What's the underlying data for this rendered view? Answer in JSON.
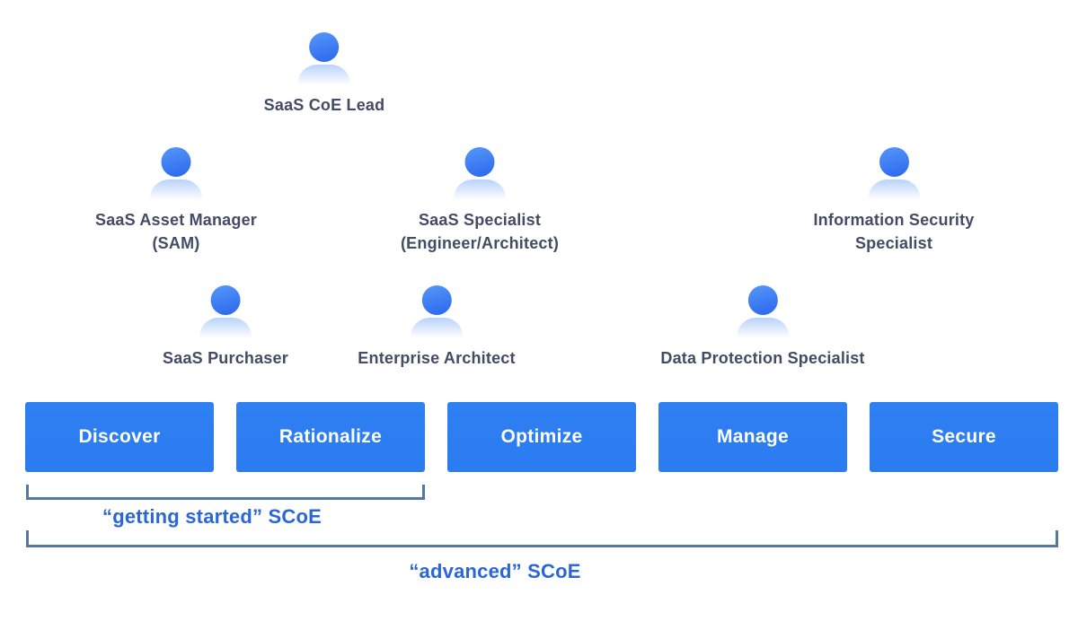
{
  "people": [
    {
      "id": "saas-coe-lead",
      "label": "SaaS CoE Lead"
    },
    {
      "id": "saas-asset-manager",
      "label": "SaaS Asset Manager\n(SAM)"
    },
    {
      "id": "saas-specialist",
      "label": "SaaS Specialist\n(Engineer/Architect)"
    },
    {
      "id": "information-security-specialist",
      "label": "Information Security\nSpecialist"
    },
    {
      "id": "saas-purchaser",
      "label": "SaaS Purchaser"
    },
    {
      "id": "enterprise-architect",
      "label": "Enterprise Architect"
    },
    {
      "id": "data-protection-specialist",
      "label": "Data Protection Specialist"
    }
  ],
  "stages": [
    {
      "label": "Discover"
    },
    {
      "label": "Rationalize"
    },
    {
      "label": "Optimize"
    },
    {
      "label": "Manage"
    },
    {
      "label": "Secure"
    }
  ],
  "brackets": {
    "getting_started_label": "“getting started” SCoE",
    "advanced_label": "“advanced” SCoE"
  },
  "colors": {
    "stage_box_blue": "#2b7bf1",
    "head_gradient_start": "#5598f8",
    "head_gradient_end": "#2b66ee",
    "body_fade_blue": "#b9d2fb",
    "label_dark": "#434b66",
    "bracket_line": "#56789f",
    "bracket_text_blue": "#2a66da"
  }
}
